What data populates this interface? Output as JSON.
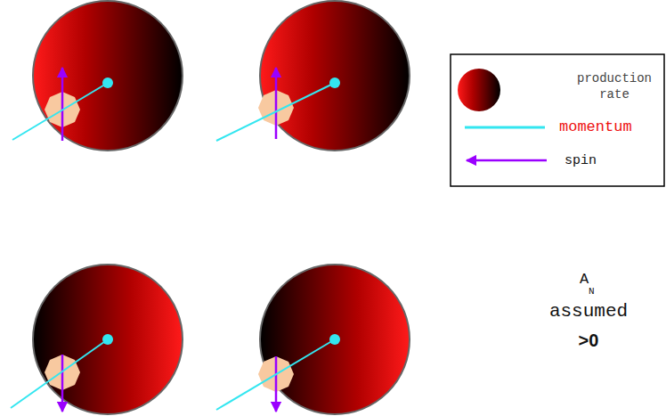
{
  "diagram": {
    "labels": [
      "A",
      "N",
      "assumed",
      ">0"
    ],
    "legend": [
      {
        "text": "production rate"
      },
      {
        "text": "momentum"
      },
      {
        "text": "spin"
      }
    ]
  }
}
